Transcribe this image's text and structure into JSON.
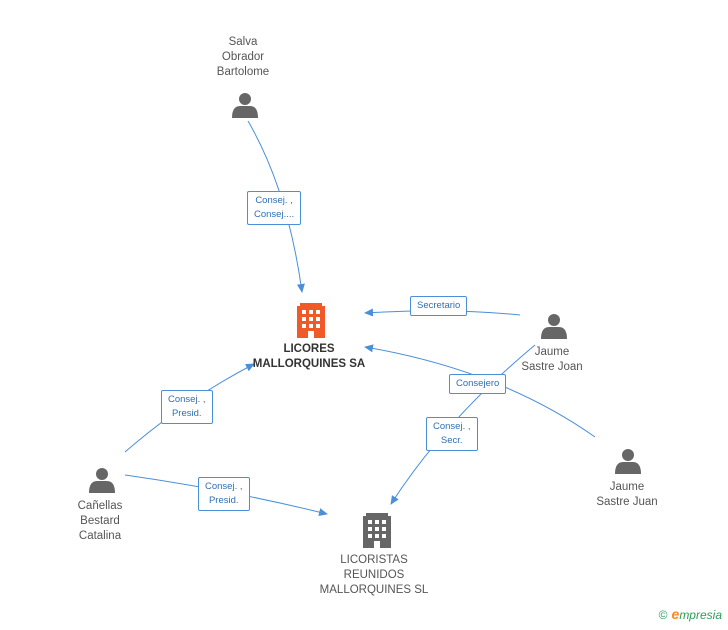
{
  "nodes": {
    "salva": {
      "name_lines": [
        "Salva",
        "Obrador",
        "Bartolome"
      ],
      "type": "person"
    },
    "jaume_joan": {
      "name_lines": [
        "Jaume",
        "Sastre Joan"
      ],
      "type": "person"
    },
    "jaume_juan": {
      "name_lines": [
        "Jaume",
        "Sastre Juan"
      ],
      "type": "person"
    },
    "canellas": {
      "name_lines": [
        "Cañellas",
        "Bestard",
        "Catalina"
      ],
      "type": "person"
    },
    "licores": {
      "name_lines": [
        "LICORES",
        "MALLORQUINES SA"
      ],
      "type": "company",
      "color": "#f05a28"
    },
    "licoristas": {
      "name_lines": [
        "LICORISTAS",
        "REUNIDOS",
        "MALLORQUINES SL"
      ],
      "type": "company",
      "color": "#666666"
    }
  },
  "edges": {
    "salva_licores": {
      "lines": [
        "Consej. ,",
        "Consej...."
      ]
    },
    "jaume_joan_licores": {
      "lines": [
        "Secretario"
      ]
    },
    "jaume_juan_licores": {
      "lines": [
        "Consejero"
      ]
    },
    "jaume_joan_licoristas": {
      "lines": [
        "Consej. ,",
        "Secr."
      ]
    },
    "canellas_licores": {
      "lines": [
        "Consej. ,",
        "Presid."
      ]
    },
    "canellas_licoristas": {
      "lines": [
        "Consej. ,",
        "Presid."
      ]
    }
  },
  "colors": {
    "edge": "#4a8fd8",
    "person_icon": "#666666",
    "company_main": "#f05a28",
    "company_other": "#666666"
  },
  "footer": {
    "copyright": "©",
    "brand_first": "e",
    "brand_rest": "mpresia"
  }
}
